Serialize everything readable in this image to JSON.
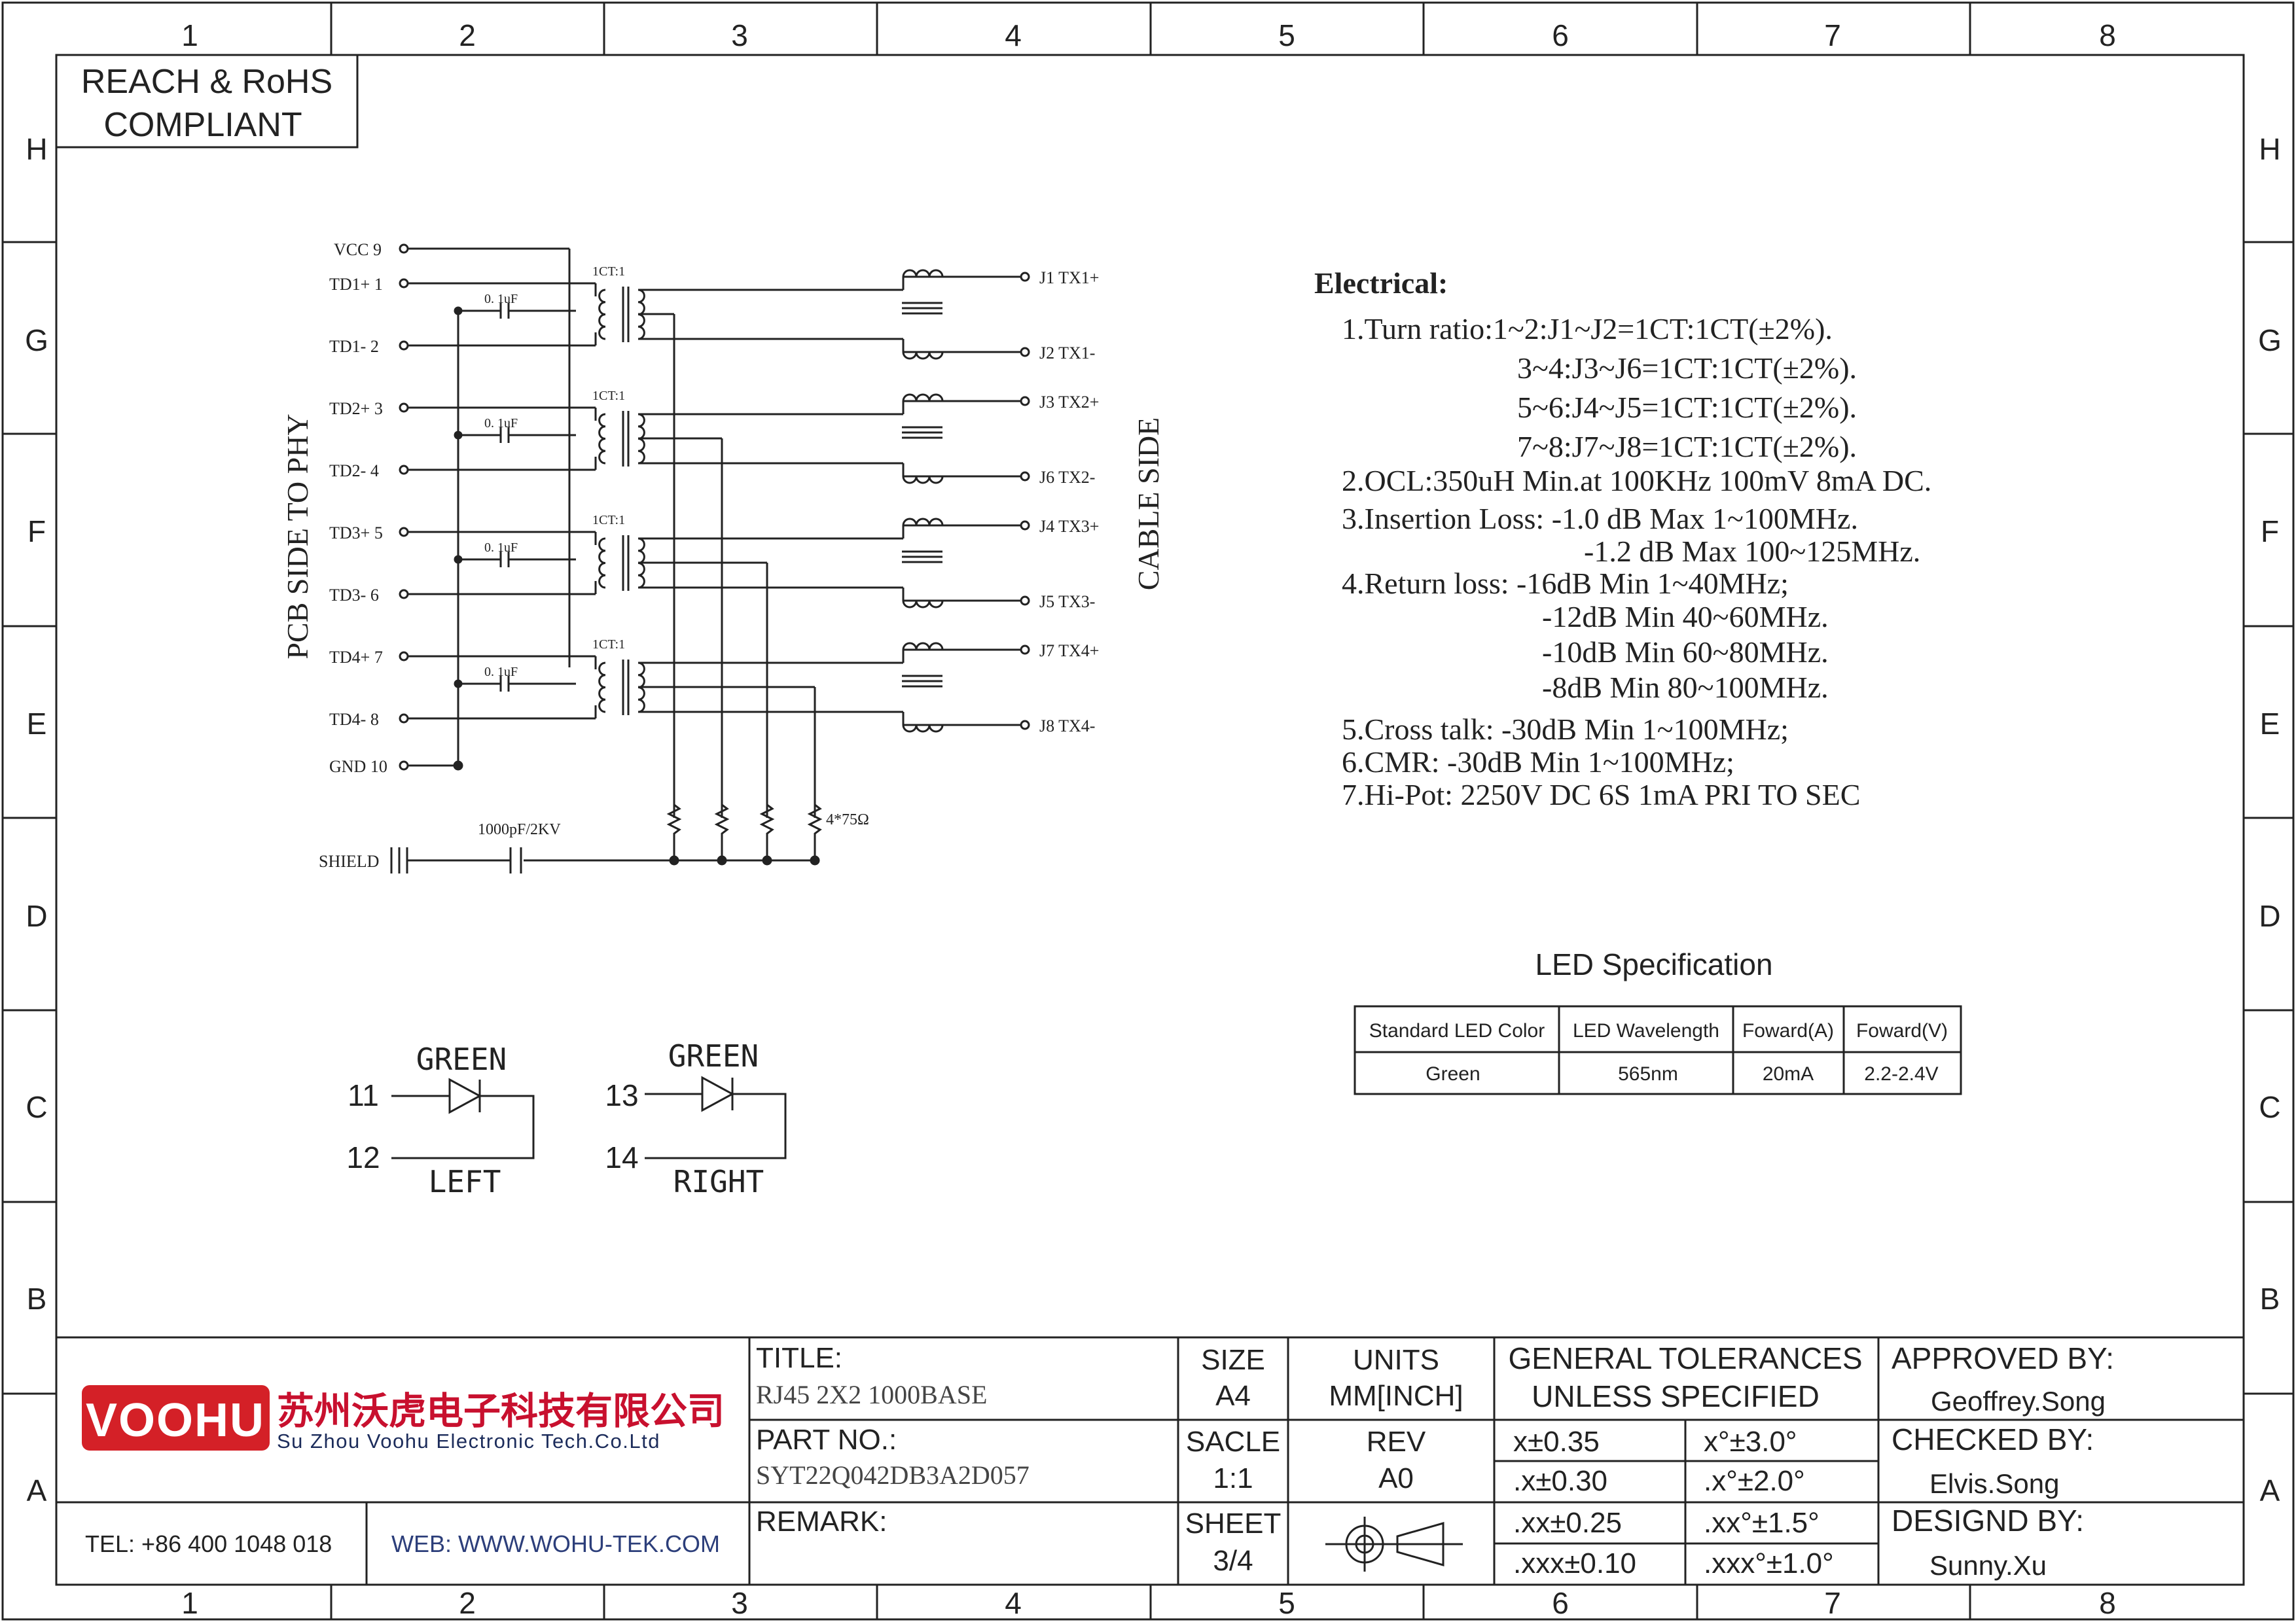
{
  "frame": {
    "columns": [
      "1",
      "2",
      "3",
      "4",
      "5",
      "6",
      "7",
      "8"
    ],
    "rows": [
      "H",
      "G",
      "F",
      "E",
      "D",
      "C",
      "B",
      "A"
    ]
  },
  "compliance": {
    "line1": "REACH & RoHS",
    "line2": "COMPLIANT"
  },
  "schematic": {
    "pcb_side_label": "PCB SIDE TO PHY",
    "cable_side_label": "CABLE SIDE",
    "vcc": "VCC  9",
    "gnd": "GND  10",
    "shield": "SHIELD",
    "cap_value": "0. 1uF",
    "ratio": "1CT:1",
    "hv_cap": "1000pF/2KV",
    "resistor": "4*75Ω",
    "pins_left": [
      "TD1+ 1",
      "TD1- 2",
      "TD2+ 3",
      "TD2- 4",
      "TD3+ 5",
      "TD3- 6",
      "TD4+ 7",
      "TD4- 8"
    ],
    "pins_right": [
      "J1  TX1+",
      "J2  TX1-",
      "J3  TX2+",
      "J6  TX2-",
      "J4  TX3+",
      "J5  TX3-",
      "J7  TX4+",
      "J8  TX4-"
    ]
  },
  "leds": {
    "color1": "GREEN",
    "color2": "GREEN",
    "left": {
      "pin_a": "11",
      "pin_b": "12",
      "label": "LEFT"
    },
    "right": {
      "pin_a": "13",
      "pin_b": "14",
      "label": "RIGHT"
    }
  },
  "electrical": {
    "heading": "Electrical:",
    "lines": [
      "1.Turn ratio:1~2:J1~J2=1CT:1CT(±2%).",
      "3~4:J3~J6=1CT:1CT(±2%).",
      "5~6:J4~J5=1CT:1CT(±2%).",
      "7~8:J7~J8=1CT:1CT(±2%).",
      "2.OCL:350uH Min.at 100KHz 100mV 8mA DC.",
      "3.Insertion Loss: -1.0 dB Max 1~100MHz.",
      "-1.2 dB Max 100~125MHz.",
      "4.Return loss: -16dB Min 1~40MHz;",
      "-12dB Min 40~60MHz.",
      "-10dB Min 60~80MHz.",
      "-8dB Min 80~100MHz.",
      "5.Cross talk: -30dB Min 1~100MHz;",
      "6.CMR: -30dB Min 1~100MHz;",
      "7.Hi-Pot: 2250V DC 6S 1mA PRI TO SEC"
    ]
  },
  "led_spec": {
    "title": "LED Specification",
    "headers": [
      "Standard LED Color",
      "LED Wavelength",
      "Foward(A)",
      "Foward(V)"
    ],
    "row": [
      "Green",
      "565nm",
      "20mA",
      "2.2-2.4V"
    ]
  },
  "title_block": {
    "logo": "VOOHU",
    "company_cn": "苏州沃虎电子科技有限公司",
    "company_en": "Su Zhou Voohu Electronic Tech.Co.Ltd",
    "tel": "TEL: +86 400 1048 018",
    "web": "WEB: WWW.WOHU-TEK.COM",
    "title_label": "TITLE:",
    "title_value": "RJ45 2X2 1000BASE",
    "part_label": "PART NO.:",
    "part_value": "SYT22Q042DB3A2D057",
    "remark_label": "REMARK:",
    "size_label": "SIZE",
    "size_value": "A4",
    "units_label": "UNITS",
    "units_value": "MM[INCH]",
    "scale_label": "SACLE",
    "scale_value": "1:1",
    "rev_label": "REV",
    "rev_value": "A0",
    "sheet_label": "SHEET",
    "sheet_value": "3/4",
    "tol_line1": "GENERAL TOLERANCES",
    "tol_line2": "UNLESS SPECIFIED",
    "tolerances": [
      [
        "x±0.35",
        "x°±3.0°"
      ],
      [
        ".x±0.30",
        ".x°±2.0°"
      ],
      [
        ".xx±0.25",
        ".xx°±1.5°"
      ],
      [
        ".xxx±0.10",
        ".xxx°±1.0°"
      ]
    ],
    "approved_label": "APPROVED BY:",
    "approved_value": "Geoffrey.Song",
    "checked_label": "CHECKED BY:",
    "checked_value": "Elvis.Song",
    "designed_label": "DESIGND BY:",
    "designed_value": "Sunny.Xu"
  }
}
